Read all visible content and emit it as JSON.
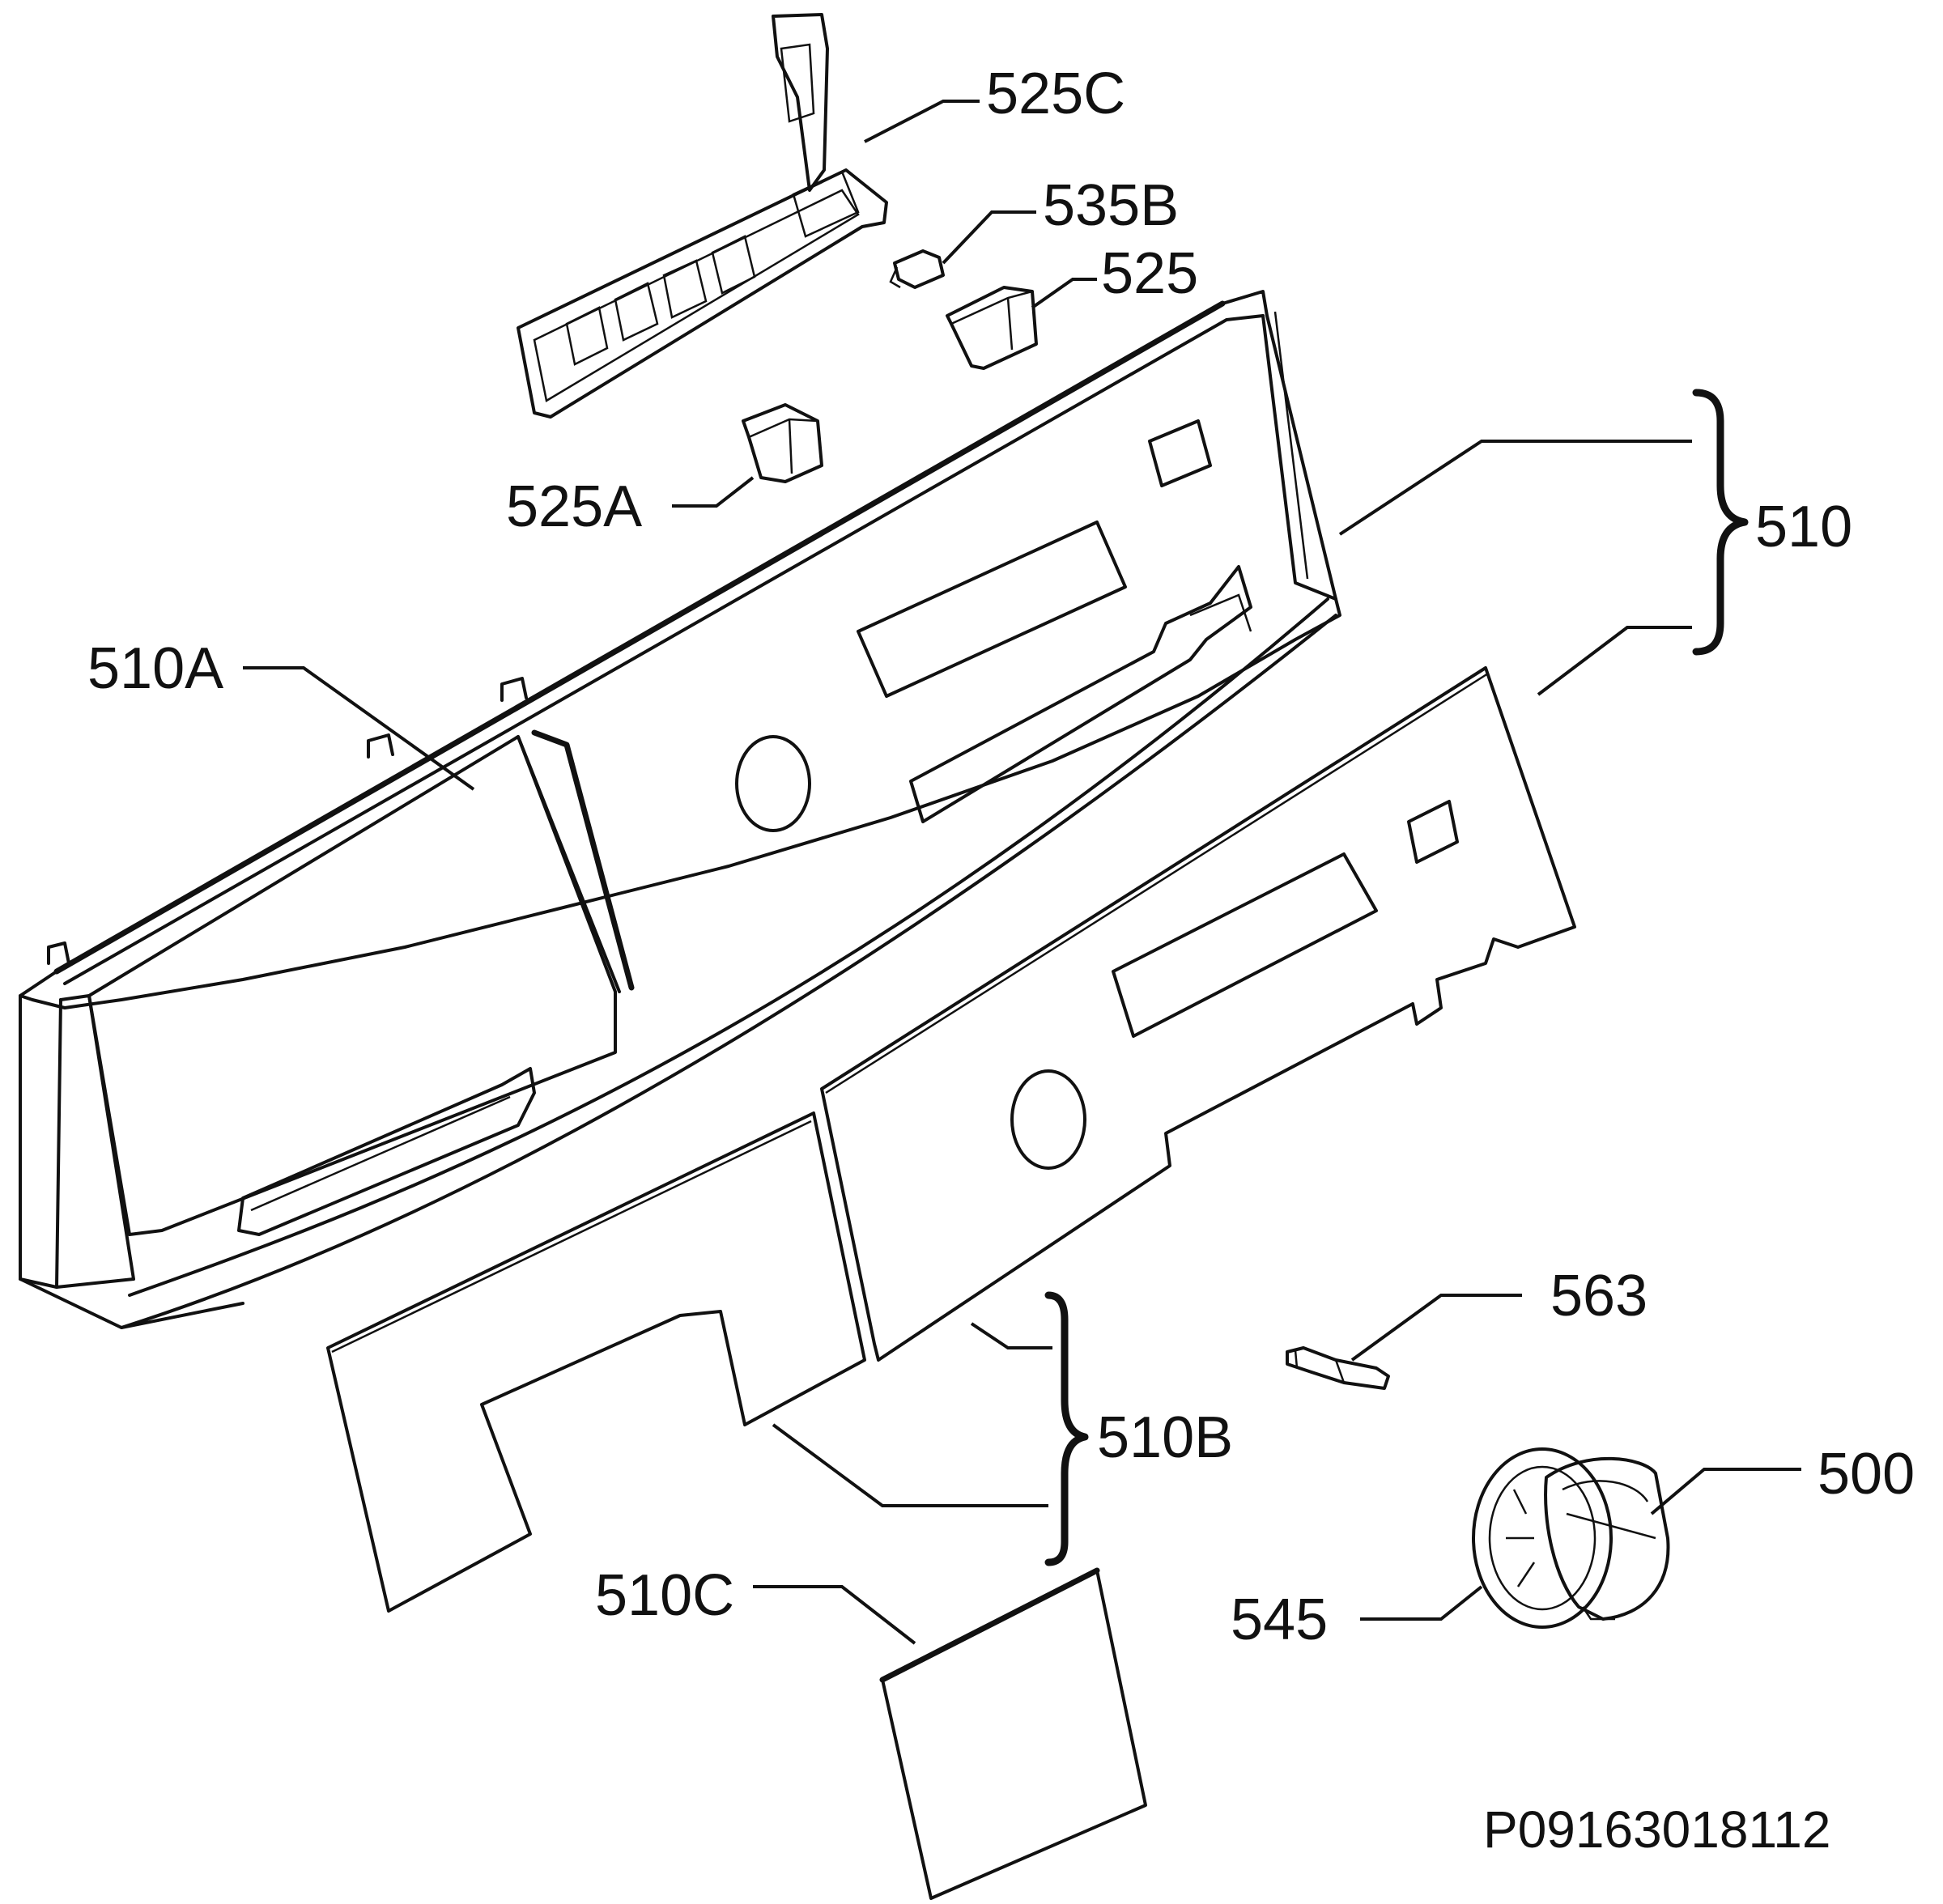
{
  "labels": {
    "l525c": "525C",
    "l535b": "535B",
    "l525": "525",
    "l525a": "525A",
    "l510": "510",
    "l510a": "510A",
    "l563": "563",
    "l510b": "510B",
    "l500": "500",
    "l510c": "510C",
    "l545": "545"
  },
  "drawing_code": "P09163018112"
}
